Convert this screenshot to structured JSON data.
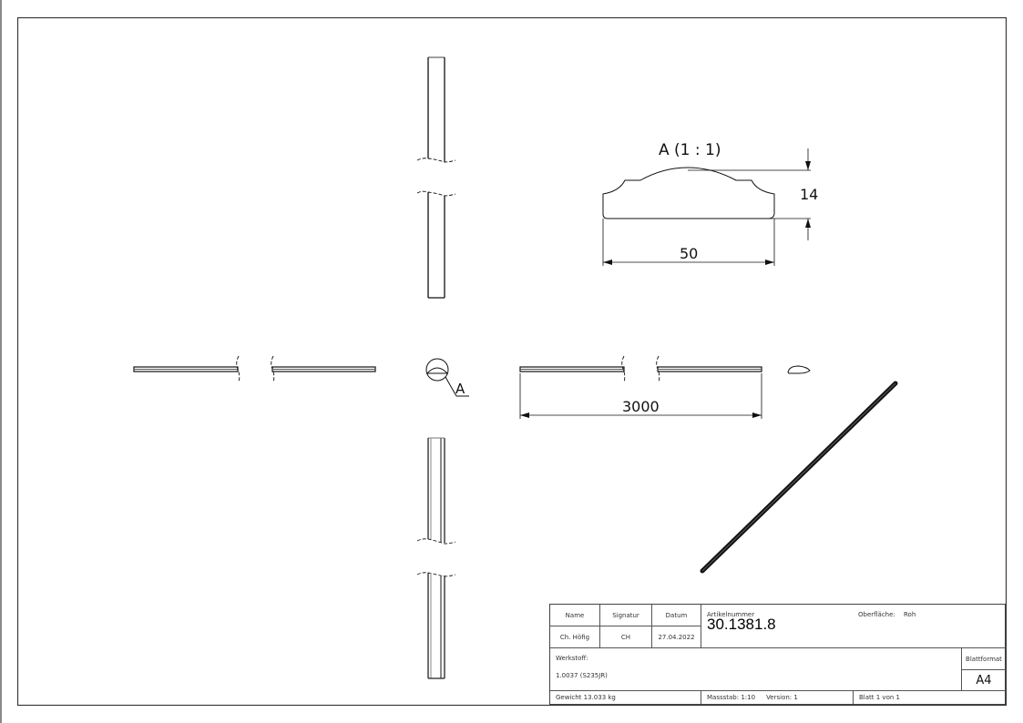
{
  "drawing": {
    "detail_view": {
      "label": "A (1 : 1)",
      "width_dim": "50",
      "height_dim": "14"
    },
    "section_marker": {
      "label": "A"
    },
    "length_dim": "3000"
  },
  "title_block": {
    "headers": {
      "name": "Name",
      "signature": "Signatur",
      "date": "Datum"
    },
    "values": {
      "name": "Ch. Höfig",
      "signature": "CH",
      "date": "27.04.2022"
    },
    "article_label": "Artikelnummer",
    "article_number": "30.1381.8",
    "surface_label": "Oberfläche:",
    "surface_value": "Roh",
    "material_label": "Werkstoff:",
    "material_value": "1.0037 (S235JR)",
    "sheet_format_label": "Blattformat",
    "sheet_format_value": "A4",
    "weight": "Gewicht 13.033 kg",
    "scale": "Massstab: 1:10",
    "version": "Version: 1",
    "sheet": "Blatt 1 von 1"
  }
}
